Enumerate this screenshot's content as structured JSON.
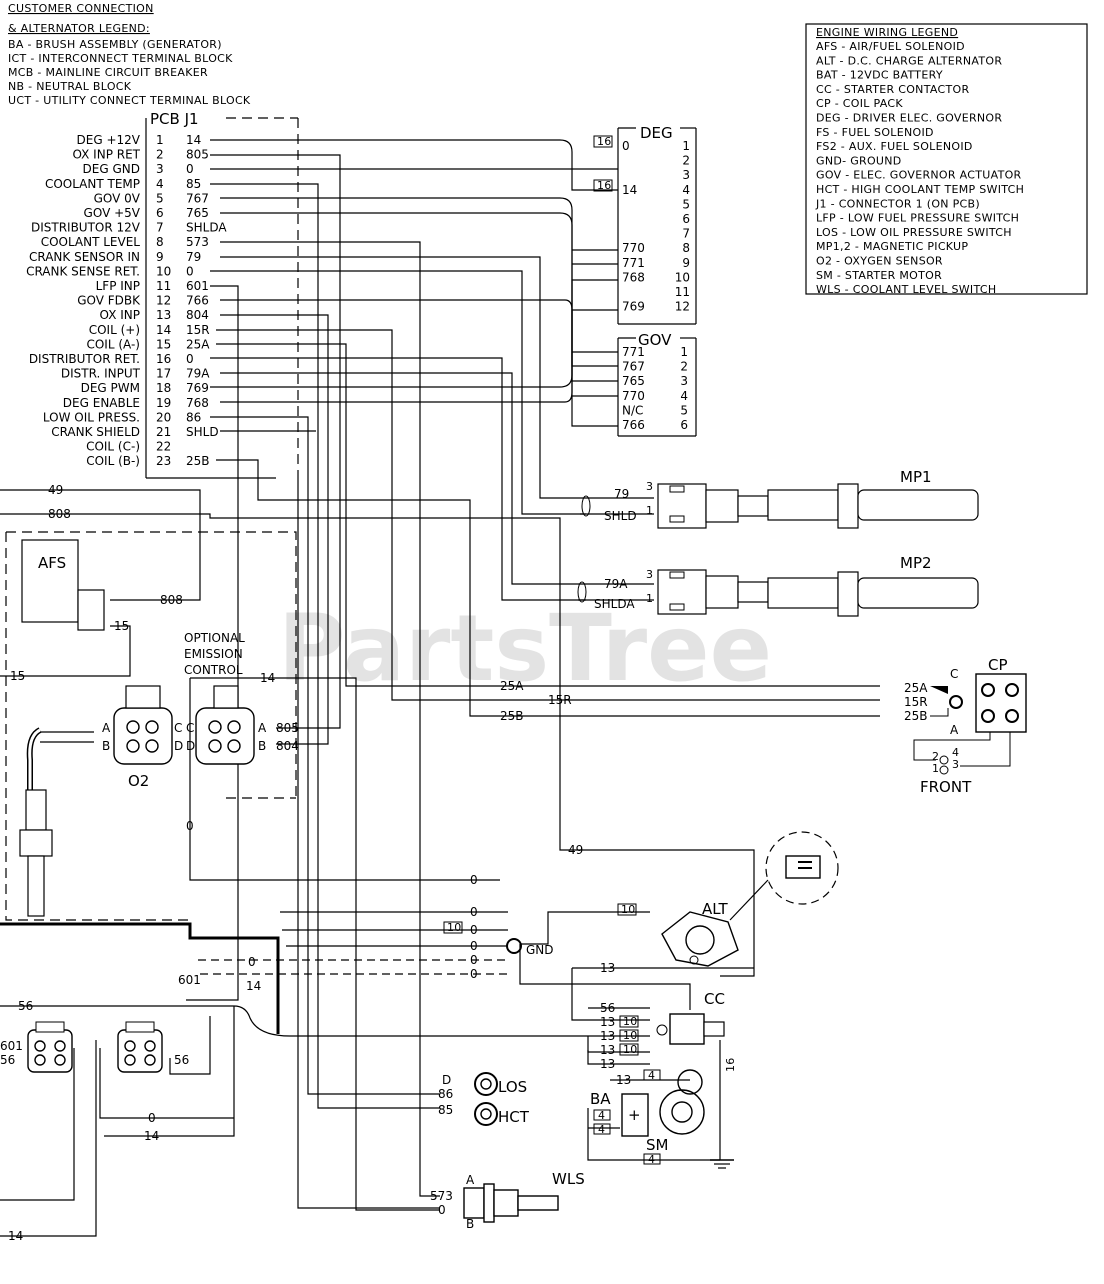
{
  "watermark": "PartsTree",
  "customer_legend": {
    "title1": "CUSTOMER CONNECTION",
    "title2": "& ALTERNATOR LEGEND:",
    "items": [
      "BA  - BRUSH ASSEMBLY (GENERATOR)",
      "ICT - INTERCONNECT TERMINAL BLOCK",
      "MCB  - MAINLINE CIRCUIT BREAKER",
      "NB   - NEUTRAL BLOCK",
      "UCT  - UTILITY CONNECT TERMINAL BLOCK"
    ]
  },
  "engine_legend": {
    "title": "ENGINE WIRING LEGEND",
    "items": [
      "AFS - AIR/FUEL SOLENOID",
      "ALT - D.C. CHARGE ALTERNATOR",
      "BAT - 12VDC BATTERY",
      "CC  - STARTER CONTACTOR",
      "CP  - COIL PACK",
      "DEG - DRIVER ELEC. GOVERNOR",
      "FS  - FUEL SOLENOID",
      "FS2  - AUX. FUEL SOLENOID",
      "GND- GROUND",
      "GOV - ELEC. GOVERNOR ACTUATOR",
      "HCT - HIGH COOLANT TEMP SWITCH",
      "J1  - CONNECTOR 1 (ON PCB)",
      "LFP - LOW FUEL PRESSURE SWITCH",
      "LOS - LOW OIL PRESSURE SWITCH",
      "MP1,2 - MAGNETIC PICKUP",
      "O2  - OXYGEN SENSOR",
      "SM  - STARTER MOTOR",
      "WLS - COOLANT LEVEL SWITCH"
    ]
  },
  "pcb": {
    "title": "PCB J1",
    "pins": [
      {
        "name": "DEG +12V",
        "num": "1",
        "wire": "14"
      },
      {
        "name": "OX INP RET",
        "num": "2",
        "wire": "805"
      },
      {
        "name": "DEG GND",
        "num": "3",
        "wire": "0"
      },
      {
        "name": "COOLANT TEMP",
        "num": "4",
        "wire": "85"
      },
      {
        "name": "GOV 0V",
        "num": "5",
        "wire": "767"
      },
      {
        "name": "GOV +5V",
        "num": "6",
        "wire": "765"
      },
      {
        "name": "DISTRIBUTOR 12V",
        "num": "7",
        "wire": "SHLDA"
      },
      {
        "name": "COOLANT LEVEL",
        "num": "8",
        "wire": "573"
      },
      {
        "name": "CRANK SENSOR IN",
        "num": "9",
        "wire": "79"
      },
      {
        "name": "CRANK SENSE RET.",
        "num": "10",
        "wire": "0"
      },
      {
        "name": "LFP INP",
        "num": "11",
        "wire": "601"
      },
      {
        "name": "GOV FDBK",
        "num": "12",
        "wire": "766"
      },
      {
        "name": "OX INP",
        "num": "13",
        "wire": "804"
      },
      {
        "name": "COIL (+)",
        "num": "14",
        "wire": "15R"
      },
      {
        "name": "COIL (A-)",
        "num": "15",
        "wire": "25A"
      },
      {
        "name": "DISTRIBUTOR RET.",
        "num": "16",
        "wire": "0"
      },
      {
        "name": "DISTR. INPUT",
        "num": "17",
        "wire": "79A"
      },
      {
        "name": "DEG PWM",
        "num": "18",
        "wire": "769"
      },
      {
        "name": "DEG ENABLE",
        "num": "19",
        "wire": "768"
      },
      {
        "name": "LOW OIL PRESS.",
        "num": "20",
        "wire": "86"
      },
      {
        "name": "CRANK SHIELD",
        "num": "21",
        "wire": "SHLD"
      },
      {
        "name": "COIL (C-)",
        "num": "22",
        "wire": ""
      },
      {
        "name": "COIL (B-)",
        "num": "23",
        "wire": "25B"
      }
    ]
  },
  "deg": {
    "title": "DEG",
    "pins": [
      {
        "wire": "0",
        "num": "1"
      },
      {
        "wire": "",
        "num": "2"
      },
      {
        "wire": "",
        "num": "3"
      },
      {
        "wire": "14",
        "num": "4"
      },
      {
        "wire": "",
        "num": "5"
      },
      {
        "wire": "",
        "num": "6"
      },
      {
        "wire": "",
        "num": "7"
      },
      {
        "wire": "770",
        "num": "8"
      },
      {
        "wire": "771",
        "num": "9"
      },
      {
        "wire": "768",
        "num": "10"
      },
      {
        "wire": "",
        "num": "11"
      },
      {
        "wire": "769",
        "num": "12"
      }
    ],
    "tag": "16"
  },
  "gov": {
    "title": "GOV",
    "pins": [
      {
        "wire": "771",
        "num": "1"
      },
      {
        "wire": "767",
        "num": "2"
      },
      {
        "wire": "765",
        "num": "3"
      },
      {
        "wire": "770",
        "num": "4"
      },
      {
        "wire": "N/C",
        "num": "5"
      },
      {
        "wire": "766",
        "num": "6"
      }
    ]
  },
  "labels": {
    "mp1": "MP1",
    "mp2": "MP2",
    "mp1_79": "79",
    "mp1_shld": "SHLD",
    "mp1_3": "3",
    "mp1_1": "1",
    "mp2_79a": "79A",
    "mp2_shlda": "SHLDA",
    "mp2_3": "3",
    "mp2_1": "1",
    "afs": "AFS",
    "afs_808": "808",
    "afs_15": "15",
    "optional1": "OPTIONAL",
    "optional2": "EMISSION",
    "optional3": "CONTROL",
    "o2": "O2",
    "o2_a": "A",
    "o2_b": "B",
    "o2_c": "C",
    "o2_d": "D",
    "ec_c": "C",
    "ec_d": "D",
    "ec_a": "A",
    "ec_b": "B",
    "ec_805": "805",
    "ec_804": "804",
    "ec_14": "14",
    "ec_0": "0",
    "cp": "CP",
    "cp_c": "C",
    "cp_a": "A",
    "cp_25a": "25A",
    "cp_15r": "15R",
    "cp_25b": "25B",
    "cp_2": "2",
    "cp_1": "1",
    "cp_4": "4",
    "cp_3": "3",
    "front": "FRONT",
    "w49": "49",
    "w808": "808",
    "w15": "15",
    "w25a": "25A",
    "w15r": "15R",
    "w25b": "25B",
    "alt": "ALT",
    "alt_10": "10",
    "w49b": "49",
    "gnd": "GND",
    "gnd_0a": "0",
    "gnd_0b": "0",
    "gnd_0c": "0",
    "gnd_0d": "0",
    "gnd_0e": "0",
    "gnd_10": "10",
    "w0": "0",
    "w0b": "0",
    "w601": "601",
    "w14": "14",
    "cc": "CC",
    "cc_56": "56",
    "cc_13a": "13",
    "cc_13b": "13",
    "cc_13c": "13",
    "cc_13d": "13",
    "cc_16": "16",
    "cc_10a": "10",
    "cc_10b": "10",
    "cc_10c": "10",
    "cc_13top": "13",
    "ba": "BA",
    "sm": "SM",
    "bat4a": "4",
    "bat4b": "4",
    "bat4c": "4",
    "bat4d": "4",
    "bat13": "13",
    "los": "LOS",
    "los_d": "D",
    "hct": "HCT",
    "hct_86": "86",
    "hct_85": "85",
    "wls": "WLS",
    "wls_a": "A",
    "wls_b": "B",
    "wls_573": "573",
    "wls_0": "0",
    "l56a": "56",
    "l601": "601",
    "l56b": "56",
    "l56c": "56",
    "l0": "0",
    "l14": "14",
    "l14b": "14"
  }
}
